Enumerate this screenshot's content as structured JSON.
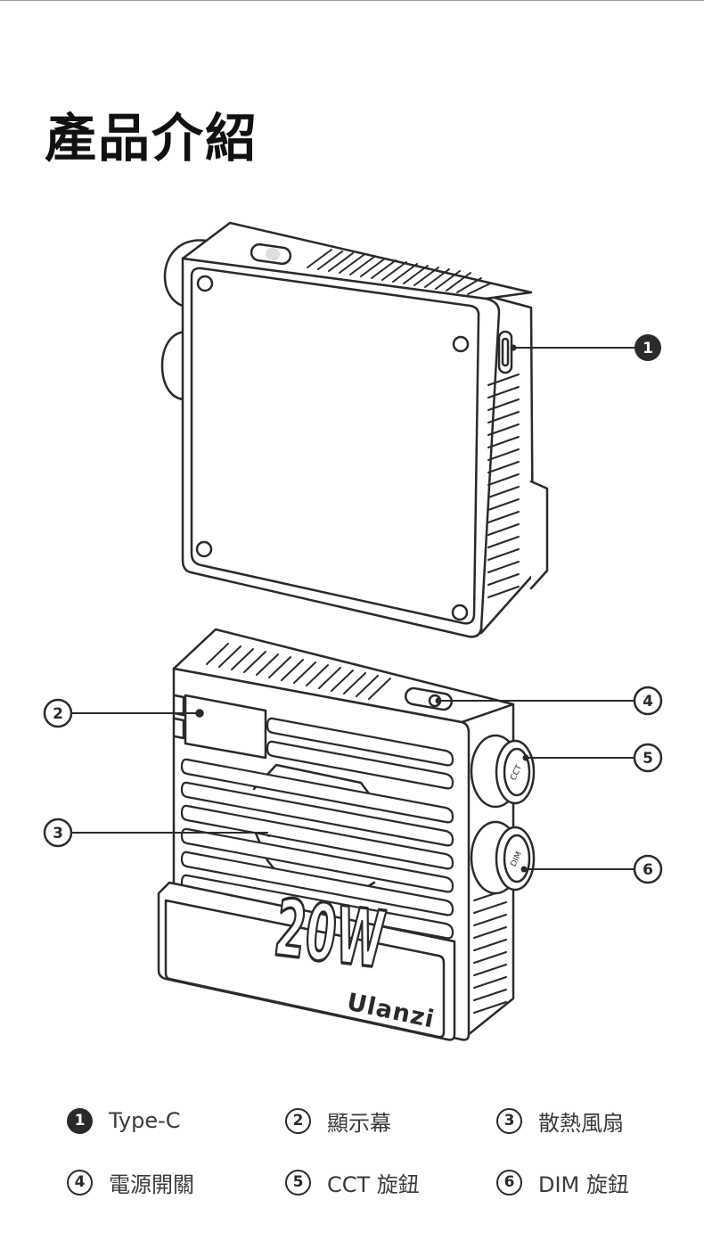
{
  "page": {
    "title": "產品介紹"
  },
  "device": {
    "power_label": "20W",
    "brand": "Ulanzi",
    "cct_knob": "CCT",
    "dim_knob": "DIM"
  },
  "callouts": [
    {
      "num": "1",
      "style": "solid"
    },
    {
      "num": "2",
      "style": "ring"
    },
    {
      "num": "3",
      "style": "ring"
    },
    {
      "num": "4",
      "style": "ring"
    },
    {
      "num": "5",
      "style": "ring"
    },
    {
      "num": "6",
      "style": "ring"
    }
  ],
  "legend": [
    {
      "num": "1",
      "style": "solid",
      "label": "Type-C"
    },
    {
      "num": "2",
      "style": "ring",
      "label": "顯示幕"
    },
    {
      "num": "3",
      "style": "ring",
      "label": "散熱風扇"
    },
    {
      "num": "4",
      "style": "ring",
      "label": "電源開關"
    },
    {
      "num": "5",
      "style": "ring",
      "label": "CCT 旋鈕"
    },
    {
      "num": "6",
      "style": "ring",
      "label": "DIM 旋鈕"
    }
  ],
  "colors": {
    "line": "#2a2a2a",
    "fill": "#ffffff",
    "text": "#3a3a3a"
  }
}
